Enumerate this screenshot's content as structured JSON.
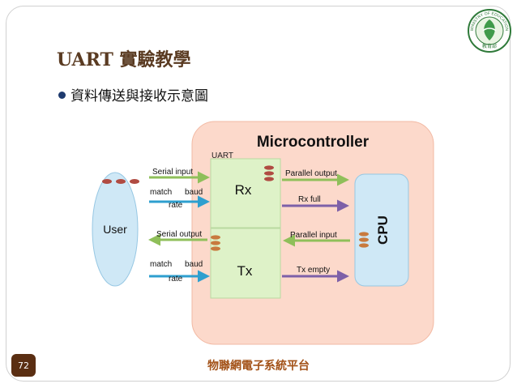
{
  "slide": {
    "title": "UART 實驗教學",
    "bullet": "資料傳送與接收示意圖",
    "page_number": "72",
    "footer": "物聯網電子系統平台",
    "logo_text": "MINISTRY OF EDUCATION",
    "logo_chars": "教育部"
  },
  "diagram": {
    "microcontroller_label": "Microcontroller",
    "uart_label": "UART",
    "rx_label": "Rx",
    "tx_label": "Tx",
    "user_label": "User",
    "cpu_label": "CPU",
    "arrows": {
      "serial_input": "Serial input",
      "match_baud_1": "match",
      "baud_1": "baud",
      "rate_1": "rate",
      "serial_output": "Serial output",
      "match_baud_2": "match",
      "baud_2": "baud",
      "rate_2": "rate",
      "parallel_output": "Parallel output",
      "rx_full": "Rx full",
      "parallel_input": "Parallel input",
      "tx_empty": "Tx empty"
    },
    "colors": {
      "mcu_fill": "#fcd9cb",
      "uart_fill": "#def2c8",
      "cpu_fill": "#cfe8f6",
      "user_fill": "#cfe8f6",
      "green_arrow": "#8fbf5a",
      "blue_arrow": "#2e9fcf",
      "purple_arrow": "#7d60a8",
      "dot_red": "#b04b42",
      "dot_orange": "#c87a3e"
    }
  }
}
